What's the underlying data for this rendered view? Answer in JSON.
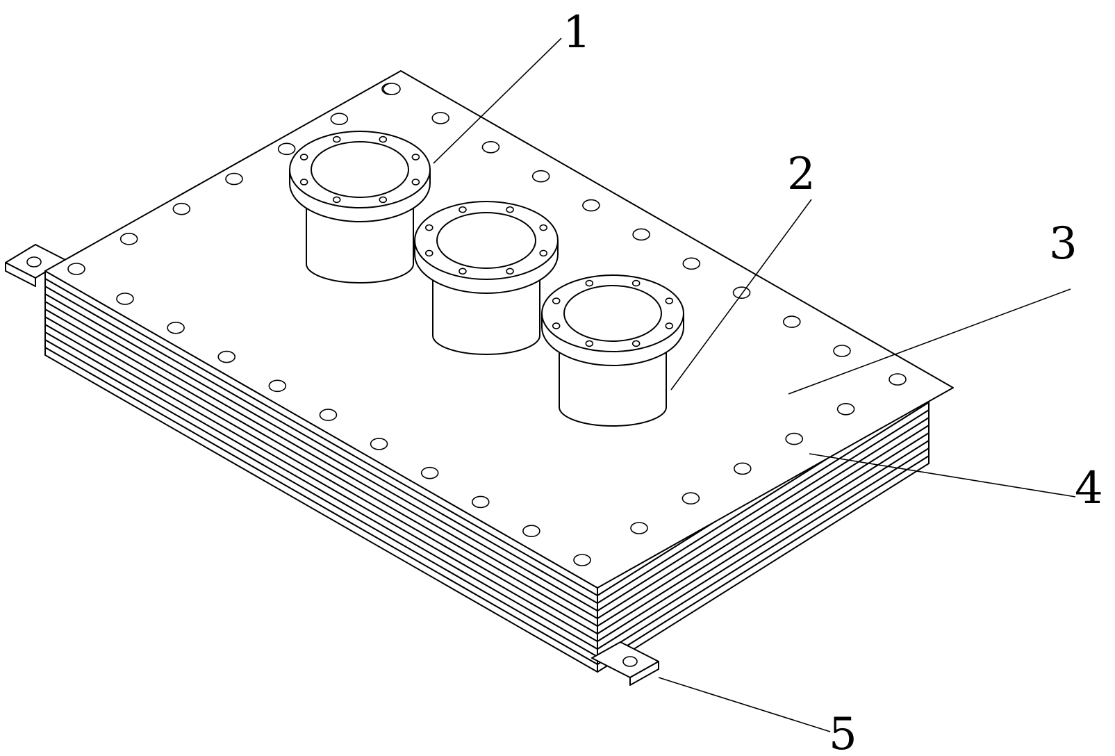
{
  "labels": [
    {
      "id": "1",
      "text": "1"
    },
    {
      "id": "2",
      "text": "2"
    },
    {
      "id": "3",
      "text": "3"
    },
    {
      "id": "4",
      "text": "4"
    },
    {
      "id": "5",
      "text": "5"
    }
  ]
}
